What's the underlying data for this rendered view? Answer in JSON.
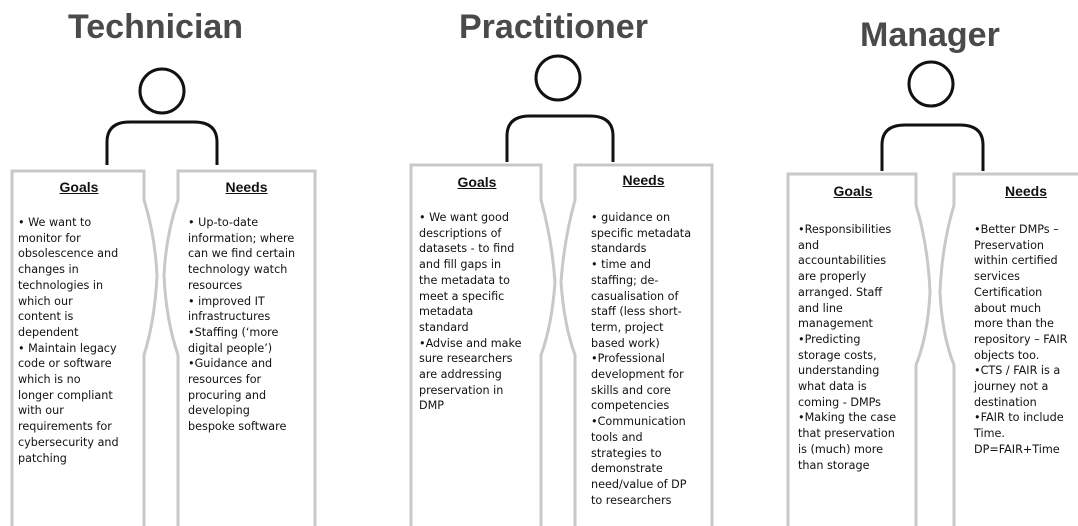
{
  "personas": {
    "technician": {
      "title": "Technician",
      "goals_heading": "Goals",
      "needs_heading": "Needs",
      "goals_text": "• We want to\nmonitor for\nobsolescence and\nchanges in\ntechnologies in\nwhich our\ncontent is\ndependent\n• Maintain legacy\ncode or software\nwhich is no\nlonger compliant\nwith our\nrequirements for\ncybersecurity and\npatching",
      "needs_text": "• Up-to-date\ninformation; where\ncan we find certain\ntechnology watch\nresources\n• improved IT\ninfrastructures\n•Staffing (‘more\ndigital people’)\n•Guidance and\nresources for\nprocuring and\ndeveloping\nbespoke software"
    },
    "practitioner": {
      "title": "Practitioner",
      "goals_heading": "Goals",
      "needs_heading": "Needs",
      "goals_text": "• We want good\ndescriptions of\ndatasets - to find\nand fill gaps in\nthe metadata to\nmeet a specific\nmetadata\nstandard\n•Advise and make\nsure researchers\nare addressing\npreservation in\nDMP",
      "needs_text": "• guidance on\nspecific metadata\nstandards\n• time and\nstaffing; de-\ncasualisation of\nstaff (less short-\nterm, project\nbased work)\n•Professional\ndevelopment for\nskills and core\ncompetencies\n•Communication\ntools and\nstrategies to\ndemonstrate\nneed/value of DP\nto researchers"
    },
    "manager": {
      "title": "Manager",
      "goals_heading": "Goals",
      "needs_heading": "Needs",
      "goals_text": "•Responsibilities\nand\naccountabilities\nare properly\narranged.  Staff\nand line\nmanagement\n•Predicting\nstorage costs,\nunderstanding\nwhat data is\ncoming - DMPs\n•Making the case\nthat preservation\nis (much) more\nthan storage",
      "needs_text": "•Better DMPs –\nPreservation\nwithin certified\nservices\nCertification\nabout much\nmore than the\nrepository – FAIR\nobjects too.\n•CTS / FAIR is a\njourney not a\ndestination\n•FAIR to include\nTime.\nDP=FAIR+Time"
    }
  },
  "colors": {
    "title": "#4a4a4a",
    "panel_border": "#c8c8c8",
    "figure_stroke": "#111111",
    "text": "#111111"
  }
}
